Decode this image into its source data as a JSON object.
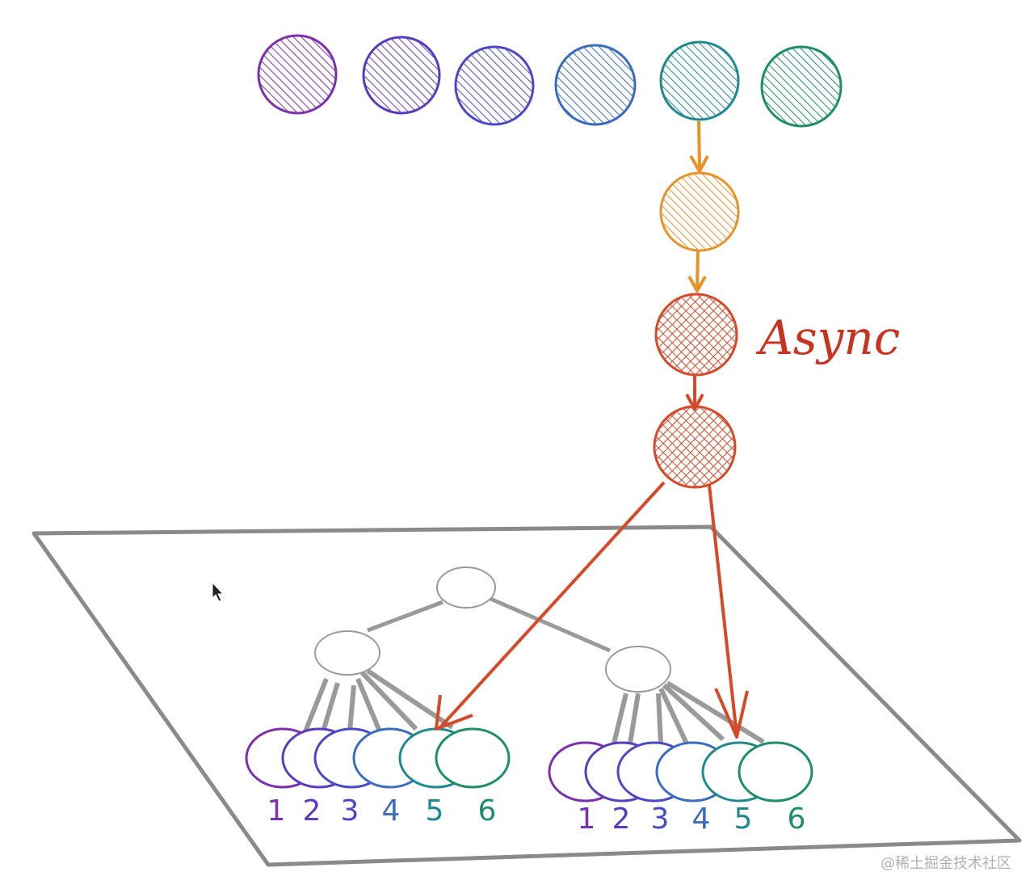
{
  "labels": {
    "async": "Async",
    "watermark": "@稀土掘金技术社区"
  },
  "colors": {
    "c1": "#7d2fb0",
    "c2": "#5a3cc0",
    "c3": "#4a49c8",
    "c4": "#3a6cc0",
    "c5": "#1e8a90",
    "c6": "#1e8e68",
    "orange": "#e8922a",
    "red": "#d64a2a",
    "async_text": "#c8321f",
    "plane": "#8a8a8a",
    "tree": "#9a9a9a"
  },
  "top_row": [
    {
      "label": "",
      "color": "c1"
    },
    {
      "label": "",
      "color": "c2"
    },
    {
      "label": "",
      "color": "c3"
    },
    {
      "label": "",
      "color": "c4"
    },
    {
      "label": "",
      "color": "c5"
    },
    {
      "label": "",
      "color": "c6"
    }
  ],
  "chain": [
    {
      "color": "orange",
      "pattern": "hatch"
    },
    {
      "color": "red",
      "pattern": "crosshatch"
    },
    {
      "color": "red",
      "pattern": "crosshatch"
    }
  ],
  "leaf_numbers": [
    "1",
    "2",
    "3",
    "4",
    "5",
    "6"
  ]
}
